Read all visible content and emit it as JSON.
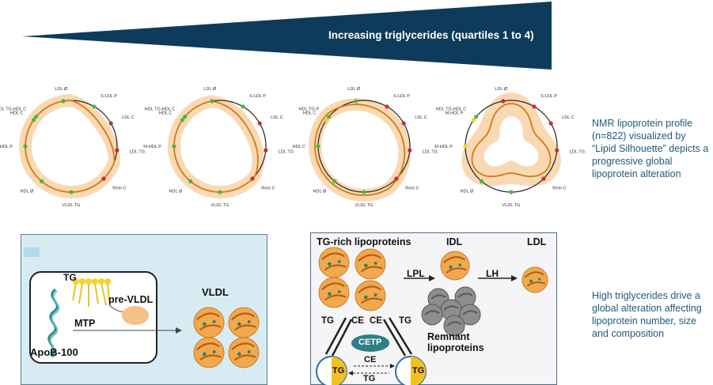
{
  "banner": {
    "text": "Increasing triglycerides (quartiles 1 to 4)",
    "color": "#0e3b5c"
  },
  "silhouette": {
    "labels": [
      "LDL Ø",
      "S-LDL P",
      "LDL C",
      "LDL TG",
      "Rem C",
      "VLDL TG",
      "HDL Ø",
      "M-HDL P",
      "HDL C",
      "HDL TG-HDL C"
    ],
    "label_variants": {
      "q3_top_left": "HDL TG-P",
      "q3_left": "HDL C",
      "q3_lower_left": "HDL C",
      "q4_lower_left": "M-HDL P"
    },
    "colors": {
      "circle": "#222222",
      "profile": "#d9780e",
      "band": "#f8d9b4",
      "low": "#4cb83c",
      "high": "#d12a2a",
      "mid": "#e8d52c"
    }
  },
  "note_top": "NMR lipoprotein profile (n=822) visualized by “Lipid Silhouette” depicts a progressive global lipoprotein alteration",
  "note_bottom": "High triglycerides drive a global alteration affecting lipoprotein number, size and composition",
  "panel_left": {
    "tg": "TG",
    "pre_vldl": "pre-VLDL",
    "mtp": "MTP",
    "apob": "ApoB-100",
    "vldl": "VLDL",
    "bg": "#d6ecf2"
  },
  "panel_right": {
    "tg_rich": "TG-rich lipoproteins",
    "idl": "IDL",
    "ldl": "LDL",
    "lpl": "LPL",
    "lh": "LH",
    "remnant": "Remnant lipoproteins",
    "tg_left": "TG",
    "ce_left": "CE",
    "ce_right": "CE",
    "tg_right": "TG",
    "cetp": "CETP",
    "ce_mid": "CE",
    "tg_mid": "TG",
    "tg_cell_left": "TG",
    "tg_cell_right": "TG",
    "bg": "#f5f5f7"
  }
}
